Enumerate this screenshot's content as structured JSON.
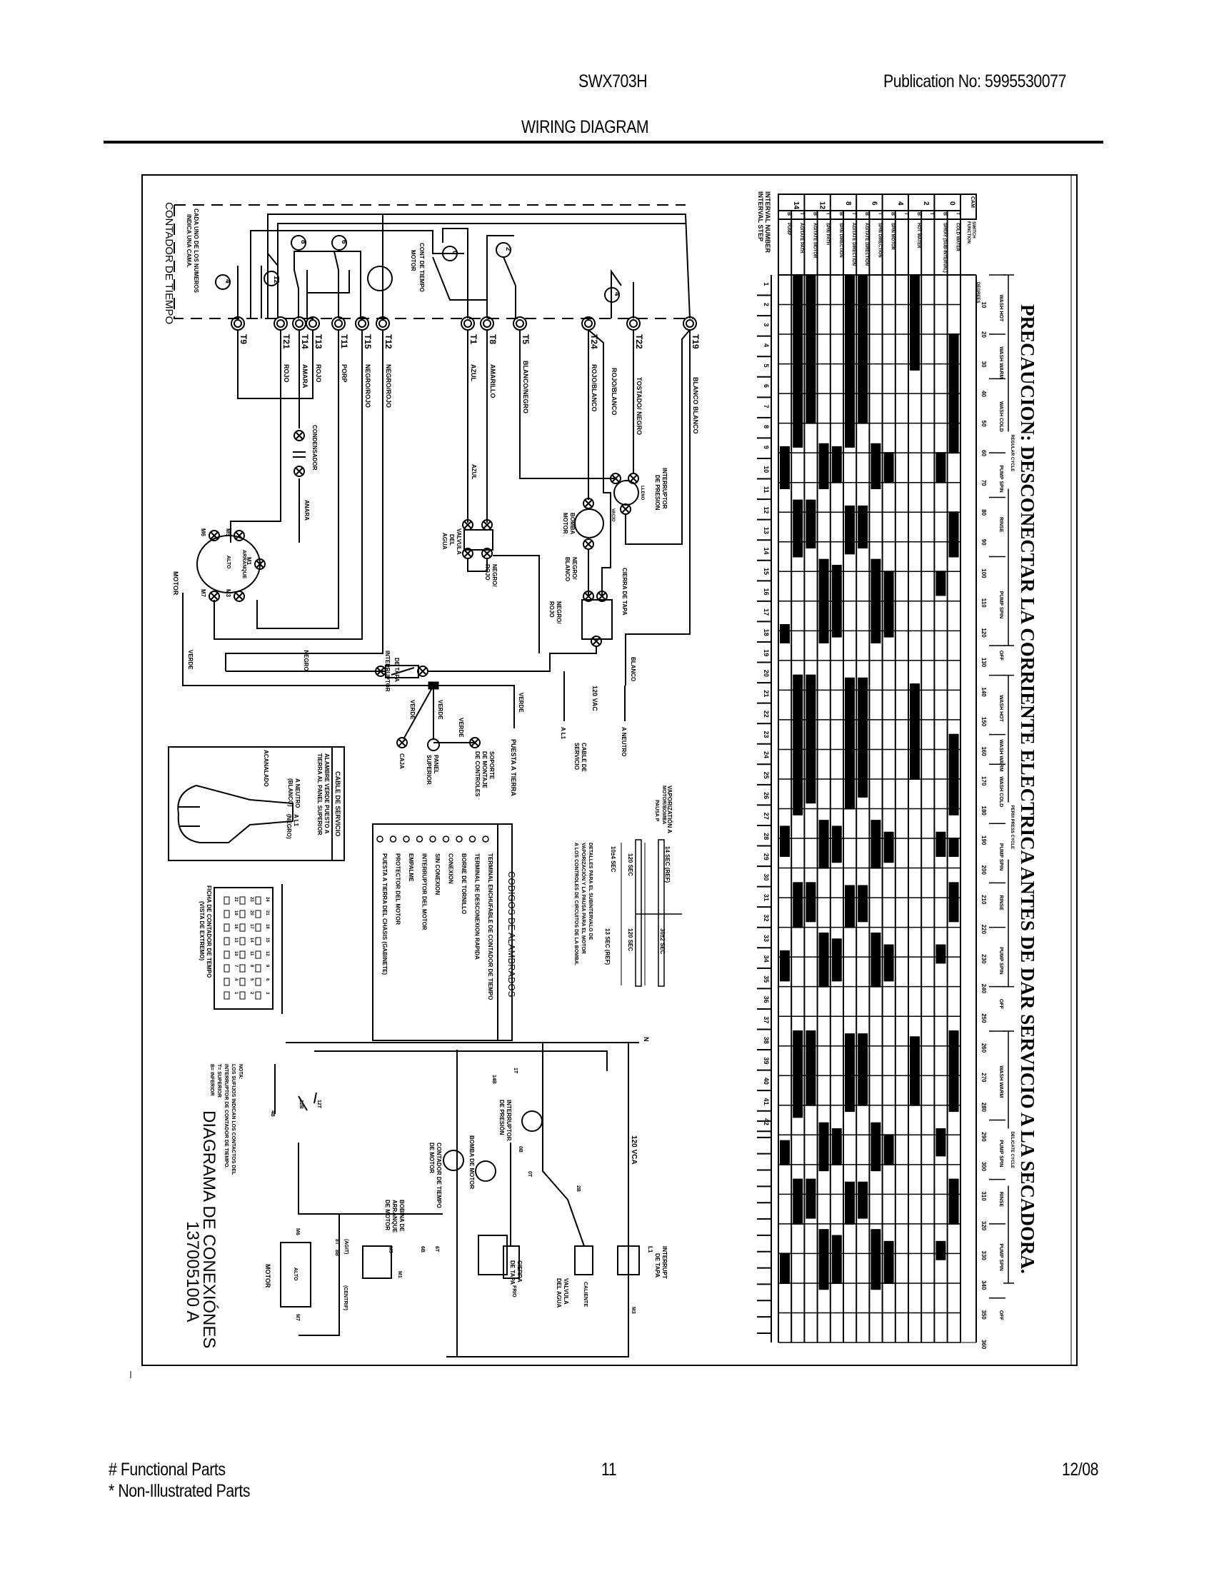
{
  "header": {
    "model": "SWX703H",
    "publication": "Publication No:  5995530077",
    "title": "WIRING DIAGRAM"
  },
  "footer": {
    "functional": "# Functional Parts",
    "non_illustrated": "* Non-Illustrated Parts",
    "page": "11",
    "date": "12/08"
  },
  "diagram": {
    "precaution": "PRECAUCION:  DESCONECTAR  LA  CORRIENTE  ELECTRICA  ANTES  DE  DAR  SERVICIO  A  LA  SECADORA.",
    "timer_title": "CONTADOR DE TIEMPO",
    "timer_note": [
      "CADA UNO DE LOS NUMEROS",
      "INDICA UNA CAMA."
    ],
    "timer_motor": [
      "CONT DE TIEMPO",
      "MOTOR"
    ],
    "cams": [
      "4",
      "12",
      "8",
      "6",
      "0",
      "2",
      "4"
    ],
    "terminals": [
      {
        "id": "T9",
        "wire": ""
      },
      {
        "id": "T21",
        "wire": "ROJO"
      },
      {
        "id": "T14",
        "wire": "AMARA"
      },
      {
        "id": "T13",
        "wire": "ROJO"
      },
      {
        "id": "T11",
        "wire": "PORP"
      },
      {
        "id": "T15",
        "wire": "NEGRO/ROJO"
      },
      {
        "id": "T12",
        "wire": "NEGRO/ROJO"
      },
      {
        "id": "T1",
        "wire": "AZUL"
      },
      {
        "id": "T8",
        "wire": "AMARILLO"
      },
      {
        "id": "T5",
        "wire": "BLANCO/NEGRO"
      },
      {
        "id": "T24",
        "wire": "ROJO/BLANCO"
      },
      {
        "id": "T22",
        "wire": "TOSTADO/ NEGRO"
      },
      {
        "id": "T19",
        "wire": "BLANCO BLANCO"
      }
    ],
    "labels": {
      "rojo_blanco": "ROJO/BLANCO",
      "condensador": "CONDENSADOR",
      "anara": "ANARA",
      "azul": "AZUL",
      "valvula": [
        "VALVULA",
        "DEL",
        "AGUA"
      ],
      "negro_rojo": [
        "NEGRO/",
        "ROJO"
      ],
      "bomba": [
        "BOMBA",
        "MOTOR"
      ],
      "negro_blanco": [
        "NEGRO/",
        "BLANCO"
      ],
      "presion": [
        "INTERRUPTOR",
        "DE PRESION"
      ],
      "lleno": "LLENO",
      "vacio": "VACIO",
      "cierra_tapa": "CIERRA DE TAPA",
      "motor": "MOTOR",
      "arranque": "ARRANQUE",
      "alto": "ALTO",
      "m_labels": [
        "M6",
        "M5",
        "M1",
        "M3",
        "M7"
      ],
      "verde": "VERDE",
      "negro": "NEGRO",
      "blanco": "BLANCO",
      "interruptor_tapa": [
        "INTERRUPTOR",
        "DE TAPA"
      ],
      "vac": "120 VAC",
      "cable_servicio": [
        "CABLE DE",
        "SERVICIO"
      ],
      "a_l1": "A L1",
      "a_neutro": "A NEUTRO",
      "puesta_tierra": "PUESTA  A  TIERRA",
      "caja": "CAJA",
      "panel": [
        "PANEL",
        "SUPERIOR"
      ],
      "soporte": [
        "SOPORTE",
        "DE MONTAJE",
        "DE CONTROLES"
      ]
    },
    "cable_box": {
      "title": "CABLE DE SERVICIO",
      "lines": [
        "ALAMBRE VERDE PUESTO A",
        "TIERRA AL PANEL SUPERIOR"
      ],
      "neutro": [
        "A NEUTRO",
        "(BLANCO)"
      ],
      "l1": [
        "A L1",
        "(NEGRO)"
      ],
      "acanalado": "ACANALADO"
    },
    "ficha": {
      "caption": [
        "FICHA DE CONTADOR DE TEMPO",
        "(VISTA DE EXTREMO)"
      ],
      "pins": [
        "24",
        "21",
        "18",
        "15",
        "12",
        "9",
        "6",
        "3",
        "23",
        "20",
        "17",
        "14",
        "11",
        "8",
        "5",
        "2",
        "22",
        "19",
        "16",
        "13",
        "10",
        "7",
        "4",
        "1"
      ]
    },
    "codes": {
      "title": "CODIGOS DE ALAMBRADOS",
      "items": [
        "TERMINAL ENCHUFABLE DE CONTADOR DE TIEMPO",
        "TERMINAL DE DESCONEXION RAPIDA",
        "BORNE DE TORNILLO",
        "CONEXION",
        "SIN CONEXION",
        "INTERRUPTOR DEL MOTOR",
        "EMPALME",
        "PROTECTOR DEL MOTOR",
        "PUESTA A TIERRA DEL CHASIS (GABINETE)"
      ]
    },
    "timing": {
      "vaporization": "VAPORIZATIÓN A",
      "motor_pump": [
        "MOTOR/BOMBA",
        "PAUSA P"
      ],
      "sec14": "14 SEC (REF)",
      "sec30": "30±2 SEC",
      "sec120a": "120 SEC",
      "sec120b": "120 SEC",
      "sec10": "10±4 SEC",
      "sec13": "13 SEC (REF)",
      "details": [
        "DETALLES PARA EL SUBINTERVALO DE",
        "VAPORIZACIÓN Y LA PAUSA PARA EL MOTOR",
        "A LOS CONTROLES DE CIRCUITOS DE LA BOMBA."
      ]
    },
    "schematic": {
      "n": "N",
      "vca": "120 VCA",
      "l1": "L1",
      "interrupt_tapa": [
        "INTERRUPT",
        "DE TAPA"
      ],
      "m3": "M3",
      "caliente": "CALIENTE",
      "frio": "FRIO",
      "valvula": [
        "VALVULA",
        "DEL AGUA"
      ],
      "presion": [
        "INTERRUPTOR",
        "DE PRESIÓN"
      ],
      "bomba": [
        "BOMBA DE MOTOR"
      ],
      "cierra": [
        "CIERRA",
        "DE TAPA"
      ],
      "contador": [
        "CONTADOR DE TIEMPO",
        "DE MOTOR"
      ],
      "bobina": [
        "BOBINA DE",
        "ARRANQUE",
        "DE MOTOR"
      ],
      "motor": "MOTOR",
      "alto": "ALTO",
      "contacts": [
        "1T",
        "14B",
        "0T",
        "0B",
        "2B",
        "12T",
        "12B",
        "4B",
        "6T",
        "6B",
        "8T",
        "8B",
        "M1",
        "M5",
        "M6",
        "M7"
      ],
      "agit": "(AGIT)",
      "centrif": "(CENTRIF)",
      "note": [
        "NOTA:",
        "LOS SUFIJOS INDICAN LOS CONTACTOS DEL",
        "INTERRUPTOR DE CONTADOR DE TIEMPO.",
        "T= SUPERIOR",
        "B= INFERIOR"
      ],
      "title": "DIAGRAMA  DE  CONEXIÓNES",
      "number": "137005100  A"
    },
    "cam_chart": {
      "interval_header": [
        "INTERVAL NUMBER",
        "INTERVAL STEP"
      ],
      "cam_header": "CAM",
      "switch_header": [
        "SWITCH",
        "FUNCTION"
      ],
      "cams": [
        "14",
        "12",
        "8",
        "6",
        "4",
        "2",
        "0"
      ],
      "columns": [
        {
          "tb": "B",
          "function": "PUMP"
        },
        {
          "tb": "T",
          "function": "AGITATE PATH"
        },
        {
          "tb": "B",
          "function": "AGITATE MOTOR"
        },
        {
          "tb": "T",
          "function": "SPIN PATH"
        },
        {
          "tb": "B",
          "function": "SPIN DIRECTION"
        },
        {
          "tb": "T",
          "function": "AGITATE DIRECTION"
        },
        {
          "tb": "B",
          "function": "AGITATE DIRECTION"
        },
        {
          "tb": "T",
          "function": "SPIN DIRECTION"
        },
        {
          "tb": "B",
          "function": "SPIN MOTOR"
        },
        {
          "tb": "T",
          "function": ""
        },
        {
          "tb": "B",
          "function": "HOT WATER"
        },
        {
          "tb": "T",
          "function": ""
        },
        {
          "tb": "B",
          "function": "SPRAY (SUB-INTERVAL)"
        },
        {
          "tb": "T",
          "function": "COLD WATER"
        }
      ],
      "degrees_label": "DEGREES",
      "degrees": [
        10,
        20,
        30,
        40,
        50,
        60,
        70,
        80,
        90,
        100,
        110,
        120,
        130,
        140,
        150,
        160,
        170,
        180,
        190,
        200,
        210,
        220,
        230,
        240,
        250,
        260,
        270,
        280,
        290,
        300,
        310,
        320,
        330,
        340,
        350,
        360
      ],
      "intervals": [
        "1",
        "2",
        "3",
        "4",
        "5",
        "6",
        "7",
        "8",
        "9",
        "10",
        "11",
        "12",
        "13",
        "14",
        "15",
        "16",
        "17",
        "18",
        "19",
        "20",
        "21",
        "22",
        "23",
        "24",
        "25",
        "26",
        "27",
        "28",
        "29",
        "30",
        "31",
        "32",
        "33",
        "34",
        "35",
        "36",
        "37",
        "38",
        "39",
        "40",
        "41",
        "42"
      ],
      "on_ranges": [
        [
          [
            58,
            72
          ],
          [
            118,
            124
          ],
          [
            186,
            196
          ],
          [
            228,
            238
          ],
          [
            292,
            300
          ],
          [
            330,
            340
          ]
        ],
        [
          [
            0,
            58
          ],
          [
            76,
            95
          ],
          [
            135,
            182
          ],
          [
            205,
            220
          ],
          [
            255,
            284
          ],
          [
            305,
            320
          ]
        ],
        [
          [
            0,
            50
          ],
          [
            76,
            92
          ],
          [
            135,
            178
          ],
          [
            205,
            218
          ],
          [
            255,
            280
          ],
          [
            305,
            318
          ]
        ],
        [
          [
            57,
            72
          ],
          [
            96,
            124
          ],
          [
            184,
            200
          ],
          [
            222,
            240
          ],
          [
            286,
            302
          ],
          [
            322,
            342
          ]
        ],
        [
          [
            58,
            70
          ],
          [
            98,
            122
          ],
          [
            186,
            198
          ],
          [
            224,
            238
          ],
          [
            288,
            300
          ],
          [
            324,
            340
          ]
        ],
        [
          [
            0,
            58
          ],
          [
            78,
            94
          ],
          [
            136,
            180
          ],
          [
            206,
            220
          ],
          [
            256,
            282
          ],
          [
            306,
            320
          ]
        ],
        [
          [
            0,
            50
          ],
          [
            78,
            92
          ],
          [
            136,
            176
          ],
          [
            206,
            218
          ],
          [
            256,
            280
          ],
          [
            306,
            318
          ]
        ],
        [
          [
            57,
            72
          ],
          [
            96,
            124
          ],
          [
            184,
            200
          ],
          [
            222,
            240
          ],
          [
            286,
            302
          ],
          [
            322,
            342
          ]
        ],
        [
          [
            60,
            70
          ],
          [
            100,
            122
          ],
          [
            188,
            198
          ],
          [
            226,
            238
          ],
          [
            290,
            300
          ],
          [
            326,
            340
          ]
        ],
        [],
        [
          [
            0,
            32
          ],
          [
            138,
            170
          ],
          [
            257,
            280
          ]
        ],
        [],
        [
          [
            60,
            70
          ],
          [
            100,
            108
          ],
          [
            188,
            196
          ],
          [
            226,
            232
          ],
          [
            288,
            297
          ],
          [
            326,
            332
          ]
        ],
        [
          [
            20,
            60
          ],
          [
            80,
            95
          ],
          [
            155,
            182
          ],
          [
            190,
            196
          ],
          [
            205,
            218
          ],
          [
            255,
            282
          ],
          [
            305,
            320
          ]
        ]
      ],
      "cycles": [
        {
          "label": "WASH HOT",
          "from": 0,
          "to": 20
        },
        {
          "label": "WASH WARM",
          "from": 20,
          "to": 35
        },
        {
          "label": "WASH COLD",
          "from": 35,
          "to": 57
        },
        {
          "label": "PUMP SPIN",
          "from": 60,
          "to": 75
        },
        {
          "label": "RINSE",
          "from": 75,
          "to": 95
        },
        {
          "label": "PUMP SPIN",
          "from": 95,
          "to": 125
        },
        {
          "label": "OFF",
          "from": 125,
          "to": 135
        },
        {
          "label": "WASH HOT",
          "from": 135,
          "to": 155
        },
        {
          "label": "WASH WARM",
          "from": 155,
          "to": 165
        },
        {
          "label": "WASH COLD",
          "from": 165,
          "to": 180
        },
        {
          "label": "PUMP SPIN",
          "from": 185,
          "to": 205
        },
        {
          "label": "RINSE",
          "from": 205,
          "to": 220
        },
        {
          "label": "PUMP SPIN",
          "from": 220,
          "to": 240
        },
        {
          "label": "OFF",
          "from": 240,
          "to": 255
        },
        {
          "label": "WASH WARM",
          "from": 255,
          "to": 285
        },
        {
          "label": "PUMP SPIN",
          "from": 285,
          "to": 305
        },
        {
          "label": "RINSE",
          "from": 305,
          "to": 320
        },
        {
          "label": "PUMP SPIN",
          "from": 320,
          "to": 340
        },
        {
          "label": "OFF",
          "from": 345,
          "to": 360
        }
      ],
      "groups": [
        {
          "label": "REGULAR CYCLE",
          "from": 0,
          "to": 125
        },
        {
          "label": "PERM PRESS CYCLE",
          "from": 135,
          "to": 240
        },
        {
          "label": "DELICATE CYCLE",
          "from": 255,
          "to": 340
        }
      ]
    }
  }
}
